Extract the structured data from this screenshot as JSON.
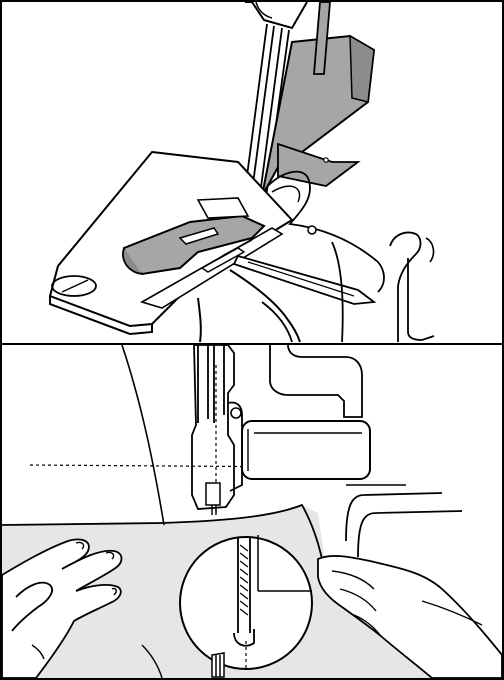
{
  "figure": {
    "panels": [
      {
        "id": "top",
        "subject": "presser-foot-attachment"
      },
      {
        "id": "bottom",
        "subject": "guiding-fabric-under-needle"
      }
    ],
    "colors": {
      "line": "#000000",
      "part_fill": "#a6a6a6",
      "fabric_fill": "#e6e6e6",
      "paper": "#ffffff"
    }
  }
}
